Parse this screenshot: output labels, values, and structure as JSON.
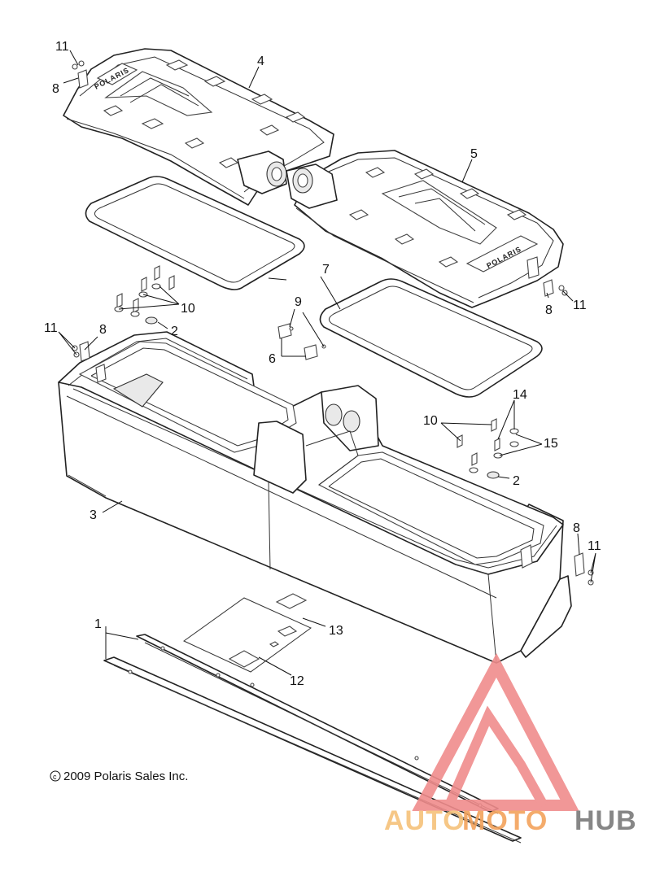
{
  "diagram": {
    "callouts": [
      {
        "label": "11"
      },
      {
        "label": "8"
      },
      {
        "label": "4"
      },
      {
        "label": "5"
      },
      {
        "label": "7"
      },
      {
        "label": "10"
      },
      {
        "label": "2"
      },
      {
        "label": "9"
      },
      {
        "label": "6"
      },
      {
        "label": "11"
      },
      {
        "label": "8"
      },
      {
        "label": "8"
      },
      {
        "label": "11"
      },
      {
        "label": "14"
      },
      {
        "label": "10"
      },
      {
        "label": "15"
      },
      {
        "label": "2"
      },
      {
        "label": "3"
      },
      {
        "label": "8"
      },
      {
        "label": "11"
      },
      {
        "label": "1"
      },
      {
        "label": "13"
      },
      {
        "label": "12"
      }
    ],
    "brand_text": "POLARIS",
    "copyright": "2009 Polaris Sales Inc."
  },
  "watermark": {
    "prefix": "AUTO",
    "middle": "MOTO",
    "suffix": "HUB",
    "colors": {
      "logo": "#f08c8c",
      "prefix": "#f6c27a",
      "middle": "#f3a35c",
      "suffix": "#7a7a7a"
    }
  }
}
